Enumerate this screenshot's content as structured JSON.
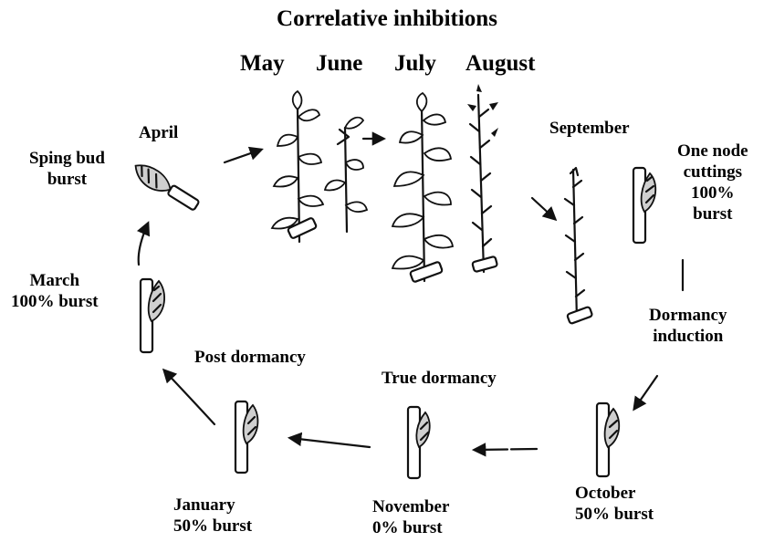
{
  "title": "Correlative inhibitions",
  "months": [
    "May",
    "June",
    "July",
    "August"
  ],
  "stages": {
    "spring_bud_burst": [
      "Sping bud",
      "burst"
    ],
    "april": "April",
    "september": "September",
    "one_node_cuttings": [
      "One node",
      "cuttings",
      "100%",
      "burst"
    ],
    "dormancy_induction": [
      "Dormancy",
      "induction"
    ],
    "october": [
      "October",
      "50% burst"
    ],
    "true_dormancy": "True dormancy",
    "november": [
      "November",
      "0% burst"
    ],
    "post_dormancy": "Post dormancy",
    "january": [
      "January",
      "50% burst"
    ],
    "march": [
      "March",
      "100% burst"
    ]
  }
}
